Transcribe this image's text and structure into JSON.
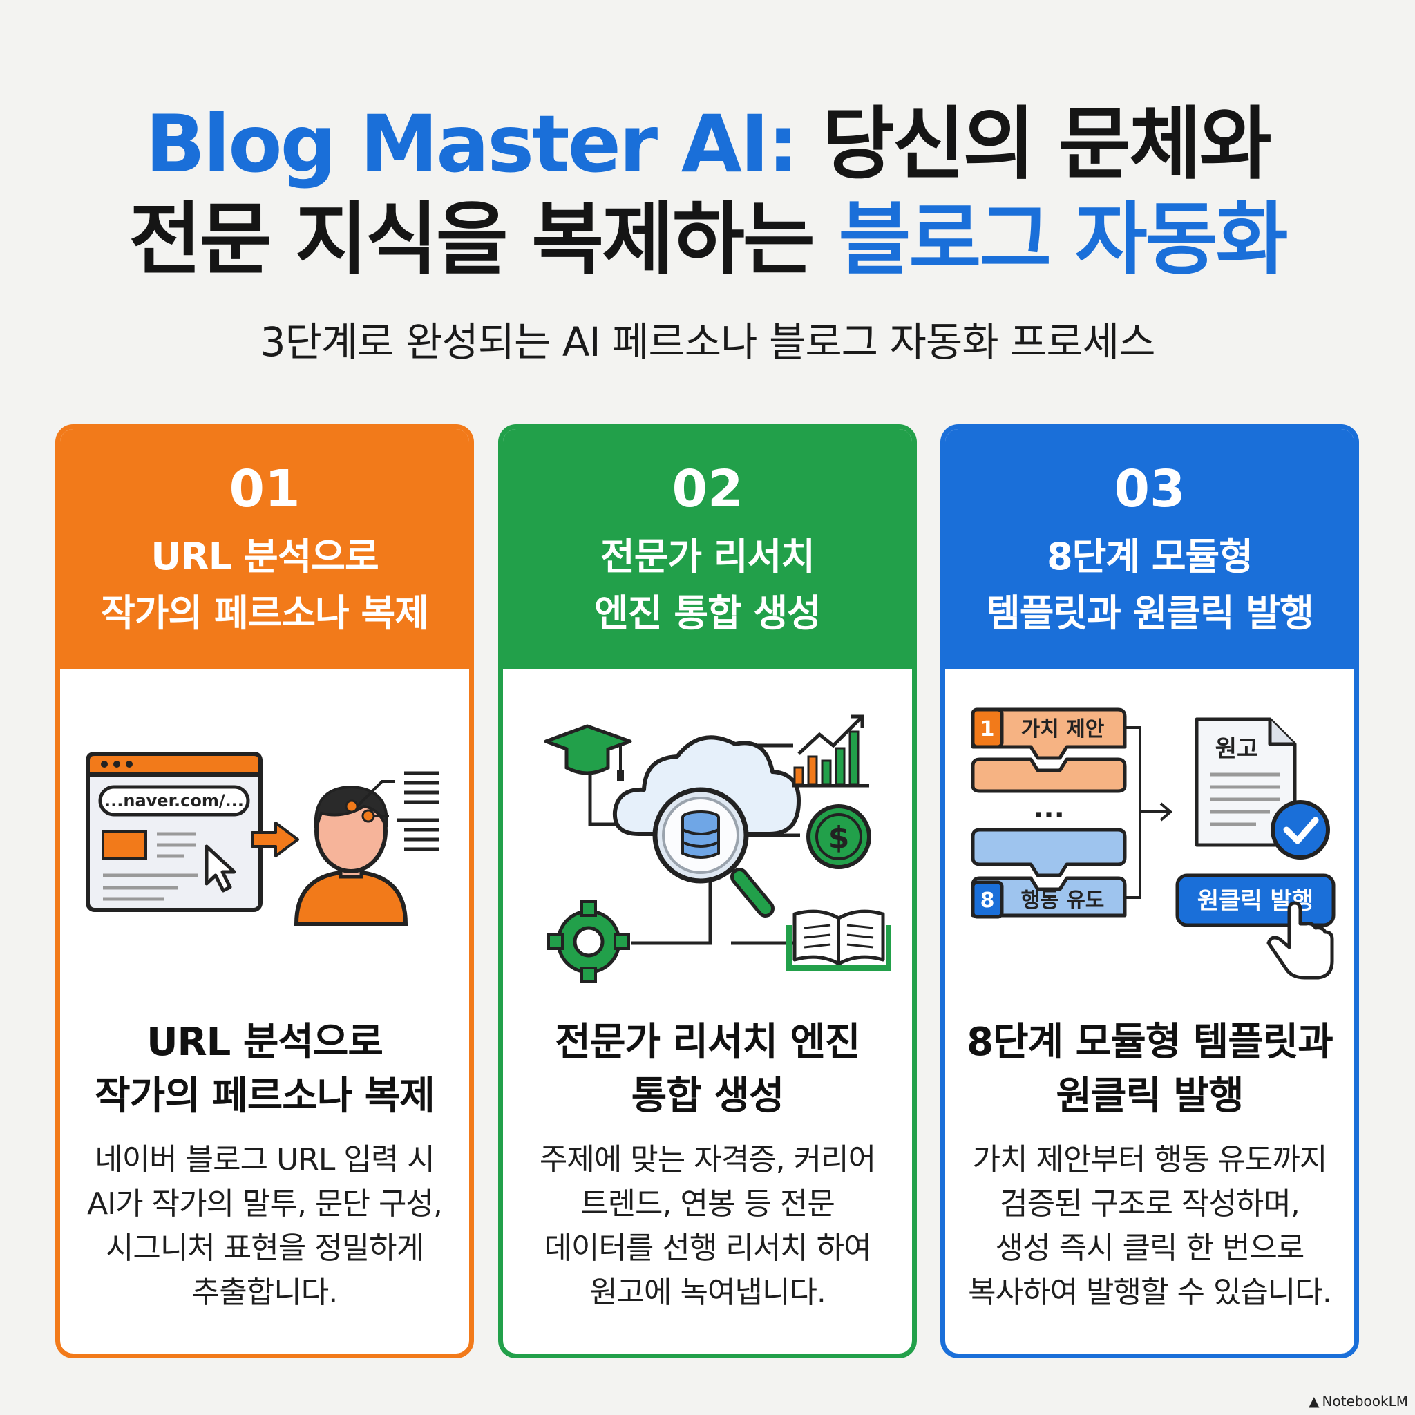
{
  "header": {
    "title_blue_1": "Blog Master AI:",
    "title_black_1": " 당신의 문체와",
    "title_black_2": "전문 지식을 복제하는 ",
    "title_blue_2": "블로그 자동화",
    "subtitle": "3단계로 완성되는 AI 페르소나 블로그 자동화 프로세스"
  },
  "colors": {
    "orange": "#f27a1a",
    "green": "#22a04a",
    "blue": "#1a6fd9",
    "background": "#f3f3f1"
  },
  "cards": [
    {
      "number": "01",
      "head_lines": [
        "URL 분석으로",
        "작가의 페르소나 복제"
      ],
      "icons": [
        "browser-window-icon",
        "cursor-arrow-icon",
        "right-arrow-icon",
        "person-icon",
        "text-lines-icon"
      ],
      "url_text": "...naver.com/...",
      "body_title_lines": [
        "URL 분석으로",
        "작가의 페르소나 복제"
      ],
      "description_lines": [
        "네이버 블로그 URL 입력 시",
        "AI가 작가의 말투, 문단 구성,",
        "시그니처 표현을 정밀하게",
        "추출합니다."
      ]
    },
    {
      "number": "02",
      "head_lines": [
        "전문가 리서치",
        "엔진 통합 생성"
      ],
      "icons": [
        "graduation-cap-icon",
        "cloud-icon",
        "magnifier-database-icon",
        "growth-chart-icon",
        "dollar-coin-icon",
        "gear-icon",
        "open-book-icon"
      ],
      "body_title_lines": [
        "전문가 리서치 엔진",
        "통합 생성"
      ],
      "description_lines": [
        "주제에 맞는 자격증, 커리어",
        "트렌드, 연봉 등 전문",
        "데이터를 선행 리서치 하여",
        "원고에 녹여냅니다."
      ]
    },
    {
      "number": "03",
      "head_lines": [
        "8단계 모듈형",
        "템플릿과 원클릭 발행"
      ],
      "icons": [
        "module-block-icon",
        "ellipsis-icon",
        "document-icon",
        "check-circle-icon",
        "pointer-hand-icon",
        "right-arrow-icon"
      ],
      "module_first_num": "1",
      "module_first_label": "가치 제안",
      "module_last_num": "8",
      "module_last_label": "행동 유도",
      "ellipsis": "...",
      "doc_label": "원고",
      "publish_button": "원클릭 발행",
      "body_title_lines": [
        "8단계 모듈형 템플릿과",
        "원클릭 발행"
      ],
      "description_lines": [
        "가치 제안부터 행동 유도까지",
        "검증된 구조로 작성하며,",
        "생성 즉시 클릭 한 번으로",
        "복사하여 발행할 수 있습니다."
      ]
    }
  ],
  "footer": {
    "brand": "NotebookLM"
  }
}
